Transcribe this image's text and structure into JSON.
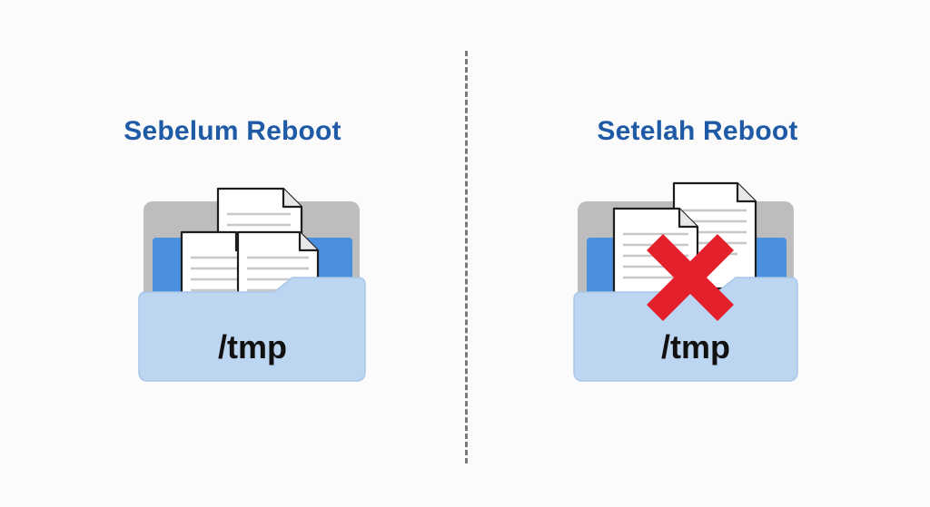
{
  "before": {
    "title": "Sebelum Reboot",
    "folder_label": "/tmp",
    "icons": [
      "folder-icon",
      "document-icon",
      "document-icon",
      "document-icon"
    ]
  },
  "after": {
    "title": "Setelah Reboot",
    "folder_label": "/tmp",
    "icons": [
      "folder-icon",
      "document-icon",
      "document-icon",
      "delete-cross-icon"
    ],
    "cross_color": "#e4202c"
  },
  "colors": {
    "title": "#1f5aa6",
    "folder_front": "#bcd6f2",
    "folder_inner": "#4a8fe0",
    "folder_back": "#bdbdbd",
    "divider": "#7a7a7a"
  }
}
